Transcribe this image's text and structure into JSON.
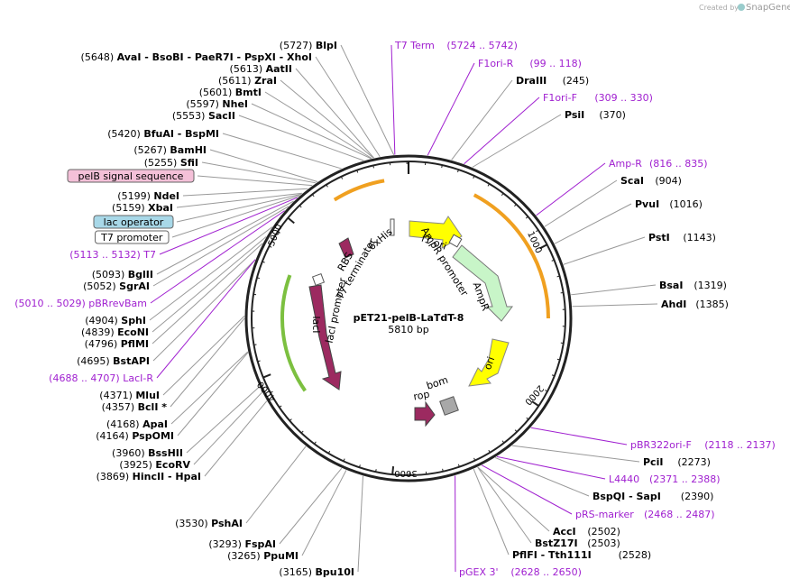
{
  "watermark": {
    "created_by": "Created by",
    "brand": "SnapGene"
  },
  "plasmid": {
    "name": "pET21-pelB-LaTdT-8",
    "length_label": "5810 bp",
    "length": 5810
  },
  "ticks": [
    "1000",
    "2000",
    "3000",
    "4000",
    "5000"
  ],
  "colors": {
    "primer": "#a020d0",
    "orange": "#f0a020",
    "green": "#7cc040",
    "purple": "#9c2a60",
    "yellow": "#ffff00",
    "mint": "#c8f5c8",
    "gray": "#a8a8a8"
  },
  "right_labels": [
    {
      "text": "T7 Term",
      "range": "(5724 .. 5742)",
      "primer": true
    },
    {
      "text": "F1ori-R",
      "range": "(99 .. 118)",
      "primer": true
    },
    {
      "text": "DraIII",
      "pos": "(245)"
    },
    {
      "text": "F1ori-F",
      "range": "(309 .. 330)",
      "primer": true
    },
    {
      "text": "PsiI",
      "pos": "(370)"
    },
    {
      "text": "Amp-R",
      "range": "(816 .. 835)",
      "primer": true
    },
    {
      "text": "ScaI",
      "pos": "(904)"
    },
    {
      "text": "PvuI",
      "pos": "(1016)"
    },
    {
      "text": "PstI",
      "pos": "(1143)"
    },
    {
      "text": "BsaI",
      "pos": "(1319)"
    },
    {
      "text": "AhdI",
      "pos": "(1385)"
    },
    {
      "text": "pBR322ori-F",
      "range": "(2118 .. 2137)",
      "primer": true
    },
    {
      "text": "PciI",
      "pos": "(2273)"
    },
    {
      "text": "L4440",
      "range": "(2371 .. 2388)",
      "primer": true
    },
    {
      "text": "BspQI  - SapI",
      "pos": "(2390)"
    },
    {
      "text": "pRS-marker",
      "range": "(2468 .. 2487)",
      "primer": true
    },
    {
      "text": "AccI",
      "pos": "(2502)"
    },
    {
      "text": "BstZ17I",
      "pos": "(2503)"
    },
    {
      "text": "PflFI  - Tth111I",
      "pos": "(2528)"
    },
    {
      "text": "pGEX 3'",
      "range": "(2628 .. 2650)",
      "primer": true
    }
  ],
  "left_labels": [
    {
      "pos": "(5727)",
      "text": "BlpI"
    },
    {
      "pos": "(5648)",
      "text": "AvaI  - BsoBI  - PaeR7I  - PspXI  - XhoI"
    },
    {
      "pos": "(5613)",
      "text": "AatII"
    },
    {
      "pos": "(5611)",
      "text": "ZraI"
    },
    {
      "pos": "(5601)",
      "text": "BmtI"
    },
    {
      "pos": "(5597)",
      "text": "NheI"
    },
    {
      "pos": "(5553)",
      "text": "SacII"
    },
    {
      "pos": "(5420)",
      "text": "BfuAI  - BspMI"
    },
    {
      "pos": "(5267)",
      "text": "BamHI"
    },
    {
      "pos": "(5255)",
      "text": "SfiI"
    },
    {
      "box": "pelB signal sequence",
      "boxcolor": "#f4c0d8"
    },
    {
      "pos": "(5199)",
      "text": "NdeI"
    },
    {
      "pos": "(5159)",
      "text": "XbaI"
    },
    {
      "box": "lac operator",
      "boxcolor": "#a8d8e8"
    },
    {
      "box": "T7 promoter",
      "boxcolor": "#ffffff"
    },
    {
      "range": "(5113 .. 5132)",
      "text": "T7",
      "primer": true
    },
    {
      "pos": "(5093)",
      "text": "BglII"
    },
    {
      "pos": "(5052)",
      "text": "SgrAI"
    },
    {
      "range": "(5010 .. 5029)",
      "text": "pBRrevBam",
      "primer": true
    },
    {
      "pos": "(4904)",
      "text": "SphI"
    },
    {
      "pos": "(4839)",
      "text": "EcoNI"
    },
    {
      "pos": "(4796)",
      "text": "PflMI"
    },
    {
      "pos": "(4695)",
      "text": "BstAPI"
    },
    {
      "range": "(4688 .. 4707)",
      "text": "LacI-R",
      "primer": true
    },
    {
      "pos": "(4371)",
      "text": "MluI"
    },
    {
      "pos": "(4357)",
      "text": "BclI *"
    },
    {
      "pos": "(4168)",
      "text": "ApaI"
    },
    {
      "pos": "(4164)",
      "text": "PspOMI"
    },
    {
      "pos": "(3960)",
      "text": "BssHII"
    },
    {
      "pos": "(3925)",
      "text": "EcoRV"
    },
    {
      "pos": "(3869)",
      "text": "HincII  - HpaI"
    },
    {
      "pos": "(3530)",
      "text": "PshAI"
    },
    {
      "pos": "(3293)",
      "text": "FspAI"
    },
    {
      "pos": "(3265)",
      "text": "PpuMI"
    },
    {
      "pos": "(3165)",
      "text": "Bpu10I"
    }
  ],
  "features": [
    {
      "name": "f1 ori",
      "type": "yellow-arrow"
    },
    {
      "name": "AmpR promoter",
      "type": "thin"
    },
    {
      "name": "AmpR",
      "type": "mint-arrow"
    },
    {
      "name": "ori",
      "type": "yellow-arrow"
    },
    {
      "name": "bom",
      "type": "gray-box"
    },
    {
      "name": "rop",
      "type": "purple-arrow"
    },
    {
      "name": "lacI",
      "type": "purple-arrow"
    },
    {
      "name": "lacI promoter",
      "type": "thin"
    },
    {
      "name": "RBS",
      "type": "thin"
    },
    {
      "name": "6xHis",
      "type": "thin"
    },
    {
      "name": "T7 terminator",
      "type": "thin"
    }
  ]
}
